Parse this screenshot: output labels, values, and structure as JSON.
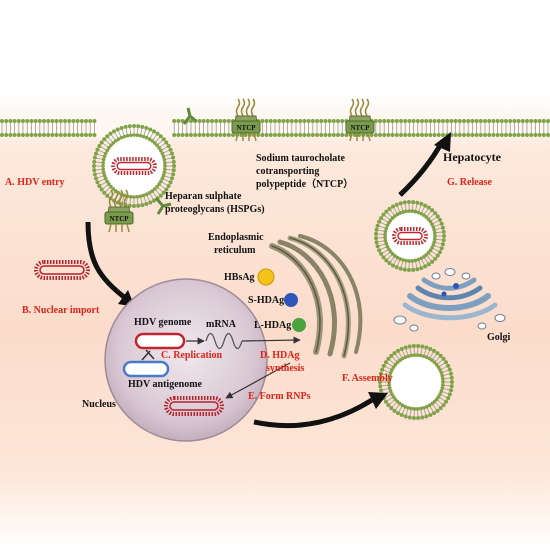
{
  "cell": {
    "label": "Hepatocyte"
  },
  "receptor": {
    "tag": "NTCP",
    "description_line1": "Sodium taurocholate",
    "description_line2": "cotransporting",
    "description_line3": "polypeptide（NTCP）"
  },
  "hspg": {
    "line1": "Heparan sulphate",
    "line2": "proteoglycans (HSPGs)"
  },
  "nucleus": {
    "label": "Nucleus",
    "genome": "HDV genome",
    "antigenome": "HDV antigenome",
    "mrna": "mRNA"
  },
  "er": {
    "line1": "Endoplasmic",
    "line2": "reticulum"
  },
  "proteins": {
    "hbsag": "HBsAg",
    "s_hdag": "S-HDAg",
    "l_hdag": "L-HDAg"
  },
  "golgi": {
    "label": "Golgi"
  },
  "steps": {
    "a": "A. HDV entry",
    "b": "B. Nuclear import",
    "c": "C. Replication",
    "d1": "D. HDAg",
    "d2": "synthesis",
    "e": "E. Form RNPs",
    "f": "F. Assembly",
    "g": "G. Release"
  },
  "colors": {
    "step_label": "#e2231a",
    "membrane": "#7fa24a",
    "rna_red": "#c0262d",
    "rna_blue": "#4a79c9",
    "hbsag": "#f4c21b",
    "s_hdag": "#2e55b8",
    "l_hdag": "#4aa23c"
  }
}
